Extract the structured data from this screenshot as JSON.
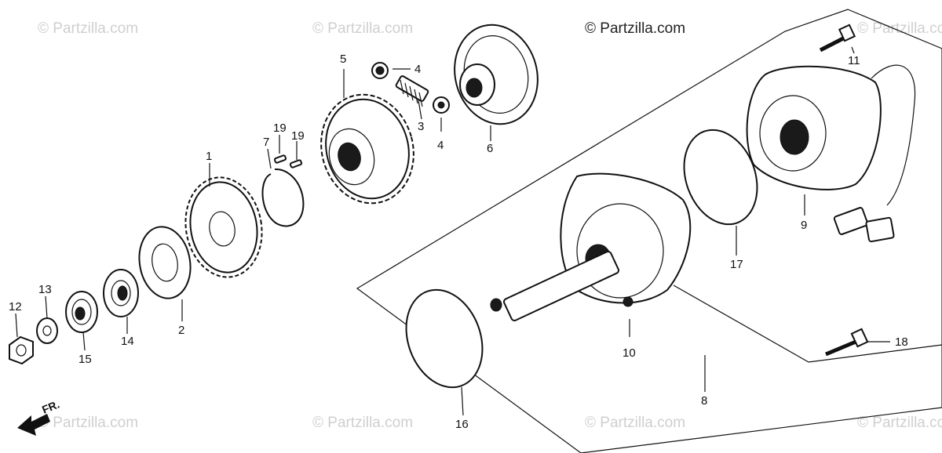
{
  "watermark": "© Partzilla.com",
  "direction_label": "FR.",
  "callouts": [
    {
      "id": "1",
      "text": "1"
    },
    {
      "id": "2",
      "text": "2"
    },
    {
      "id": "3",
      "text": "3"
    },
    {
      "id": "4a",
      "text": "4"
    },
    {
      "id": "4b",
      "text": "4"
    },
    {
      "id": "5",
      "text": "5"
    },
    {
      "id": "6",
      "text": "6"
    },
    {
      "id": "7",
      "text": "7"
    },
    {
      "id": "8",
      "text": "8"
    },
    {
      "id": "9",
      "text": "9"
    },
    {
      "id": "10",
      "text": "10"
    },
    {
      "id": "11",
      "text": "11"
    },
    {
      "id": "12",
      "text": "12"
    },
    {
      "id": "13",
      "text": "13"
    },
    {
      "id": "14",
      "text": "14"
    },
    {
      "id": "15",
      "text": "15"
    },
    {
      "id": "16",
      "text": "16"
    },
    {
      "id": "17",
      "text": "17"
    },
    {
      "id": "18",
      "text": "18"
    },
    {
      "id": "19a",
      "text": "19"
    },
    {
      "id": "19b",
      "text": "19"
    }
  ]
}
